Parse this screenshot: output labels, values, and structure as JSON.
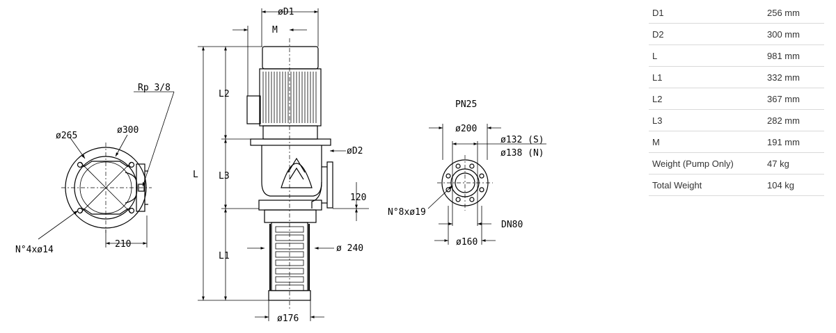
{
  "drawing": {
    "top_view": {
      "dim_265": "ø265",
      "dim_300": "ø300",
      "thread": "Rp 3/8",
      "bolt_holes": "N°4xø14",
      "dim_210": "210"
    },
    "side_view": {
      "dim_d1": "øD1",
      "dim_m": "M",
      "dim_l": "L",
      "dim_l1": "L1",
      "dim_l2": "L2",
      "dim_l3": "L3",
      "dim_d2": "øD2",
      "dim_120": "120",
      "dim_240": "ø 240",
      "dim_176": "ø176"
    },
    "flange_view": {
      "pressure": "PN25",
      "dim_200": "ø200",
      "dim_132": "ø132 (S)",
      "dim_138": "ø138 (N)",
      "bolt_holes": "N°8xø19",
      "nominal": "DN80",
      "dim_160": "ø160"
    }
  },
  "specs": [
    {
      "label": "D1",
      "value": "256 mm"
    },
    {
      "label": "D2",
      "value": "300 mm"
    },
    {
      "label": "L",
      "value": "981 mm"
    },
    {
      "label": "L1",
      "value": "332 mm"
    },
    {
      "label": "L2",
      "value": "367 mm"
    },
    {
      "label": "L3",
      "value": "282 mm"
    },
    {
      "label": "M",
      "value": "191 mm"
    },
    {
      "label": "Weight (Pump Only)",
      "value": "47 kg"
    },
    {
      "label": "Total Weight",
      "value": "104 kg"
    }
  ]
}
